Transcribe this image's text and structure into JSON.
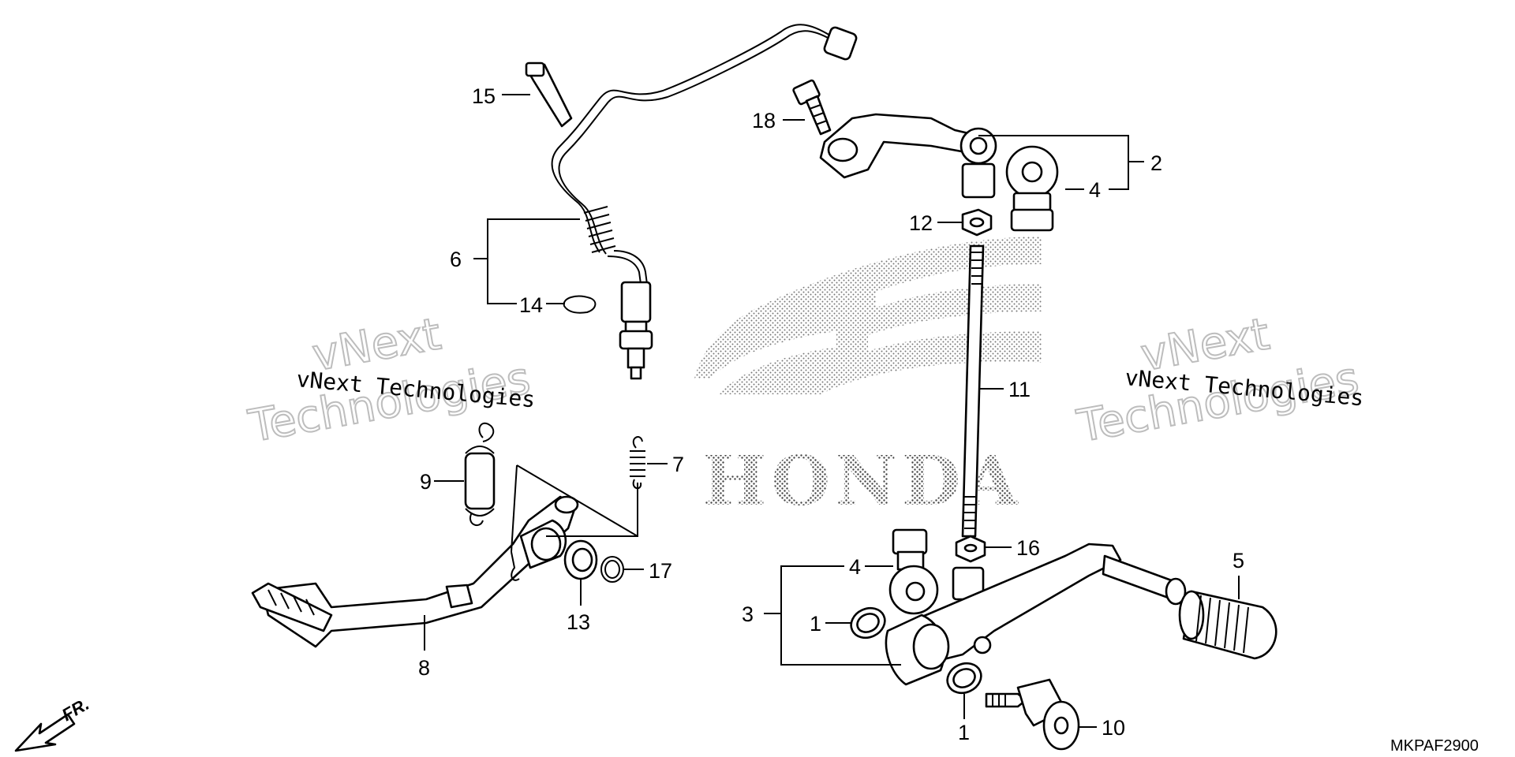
{
  "diagram_code": "MKPAF2900",
  "direction_label": "FR.",
  "brand_watermark": "HONDA",
  "watermarks": {
    "left_plain": "vNext Technologies",
    "left_outline_line1": "vNext",
    "left_outline_line2": "Technologies",
    "right_plain": "vNext Technologies",
    "right_outline_line1": "vNext",
    "right_outline_line2": "Technologies"
  },
  "callouts": {
    "c1a": "1",
    "c1b": "1",
    "c2": "2",
    "c3": "3",
    "c4a": "4",
    "c4b": "4",
    "c5": "5",
    "c6": "6",
    "c7": "7",
    "c8": "8",
    "c9": "9",
    "c10": "10",
    "c11": "11",
    "c12": "12",
    "c13": "13",
    "c14": "14",
    "c15": "15",
    "c16": "16",
    "c17": "17",
    "c18": "18"
  }
}
